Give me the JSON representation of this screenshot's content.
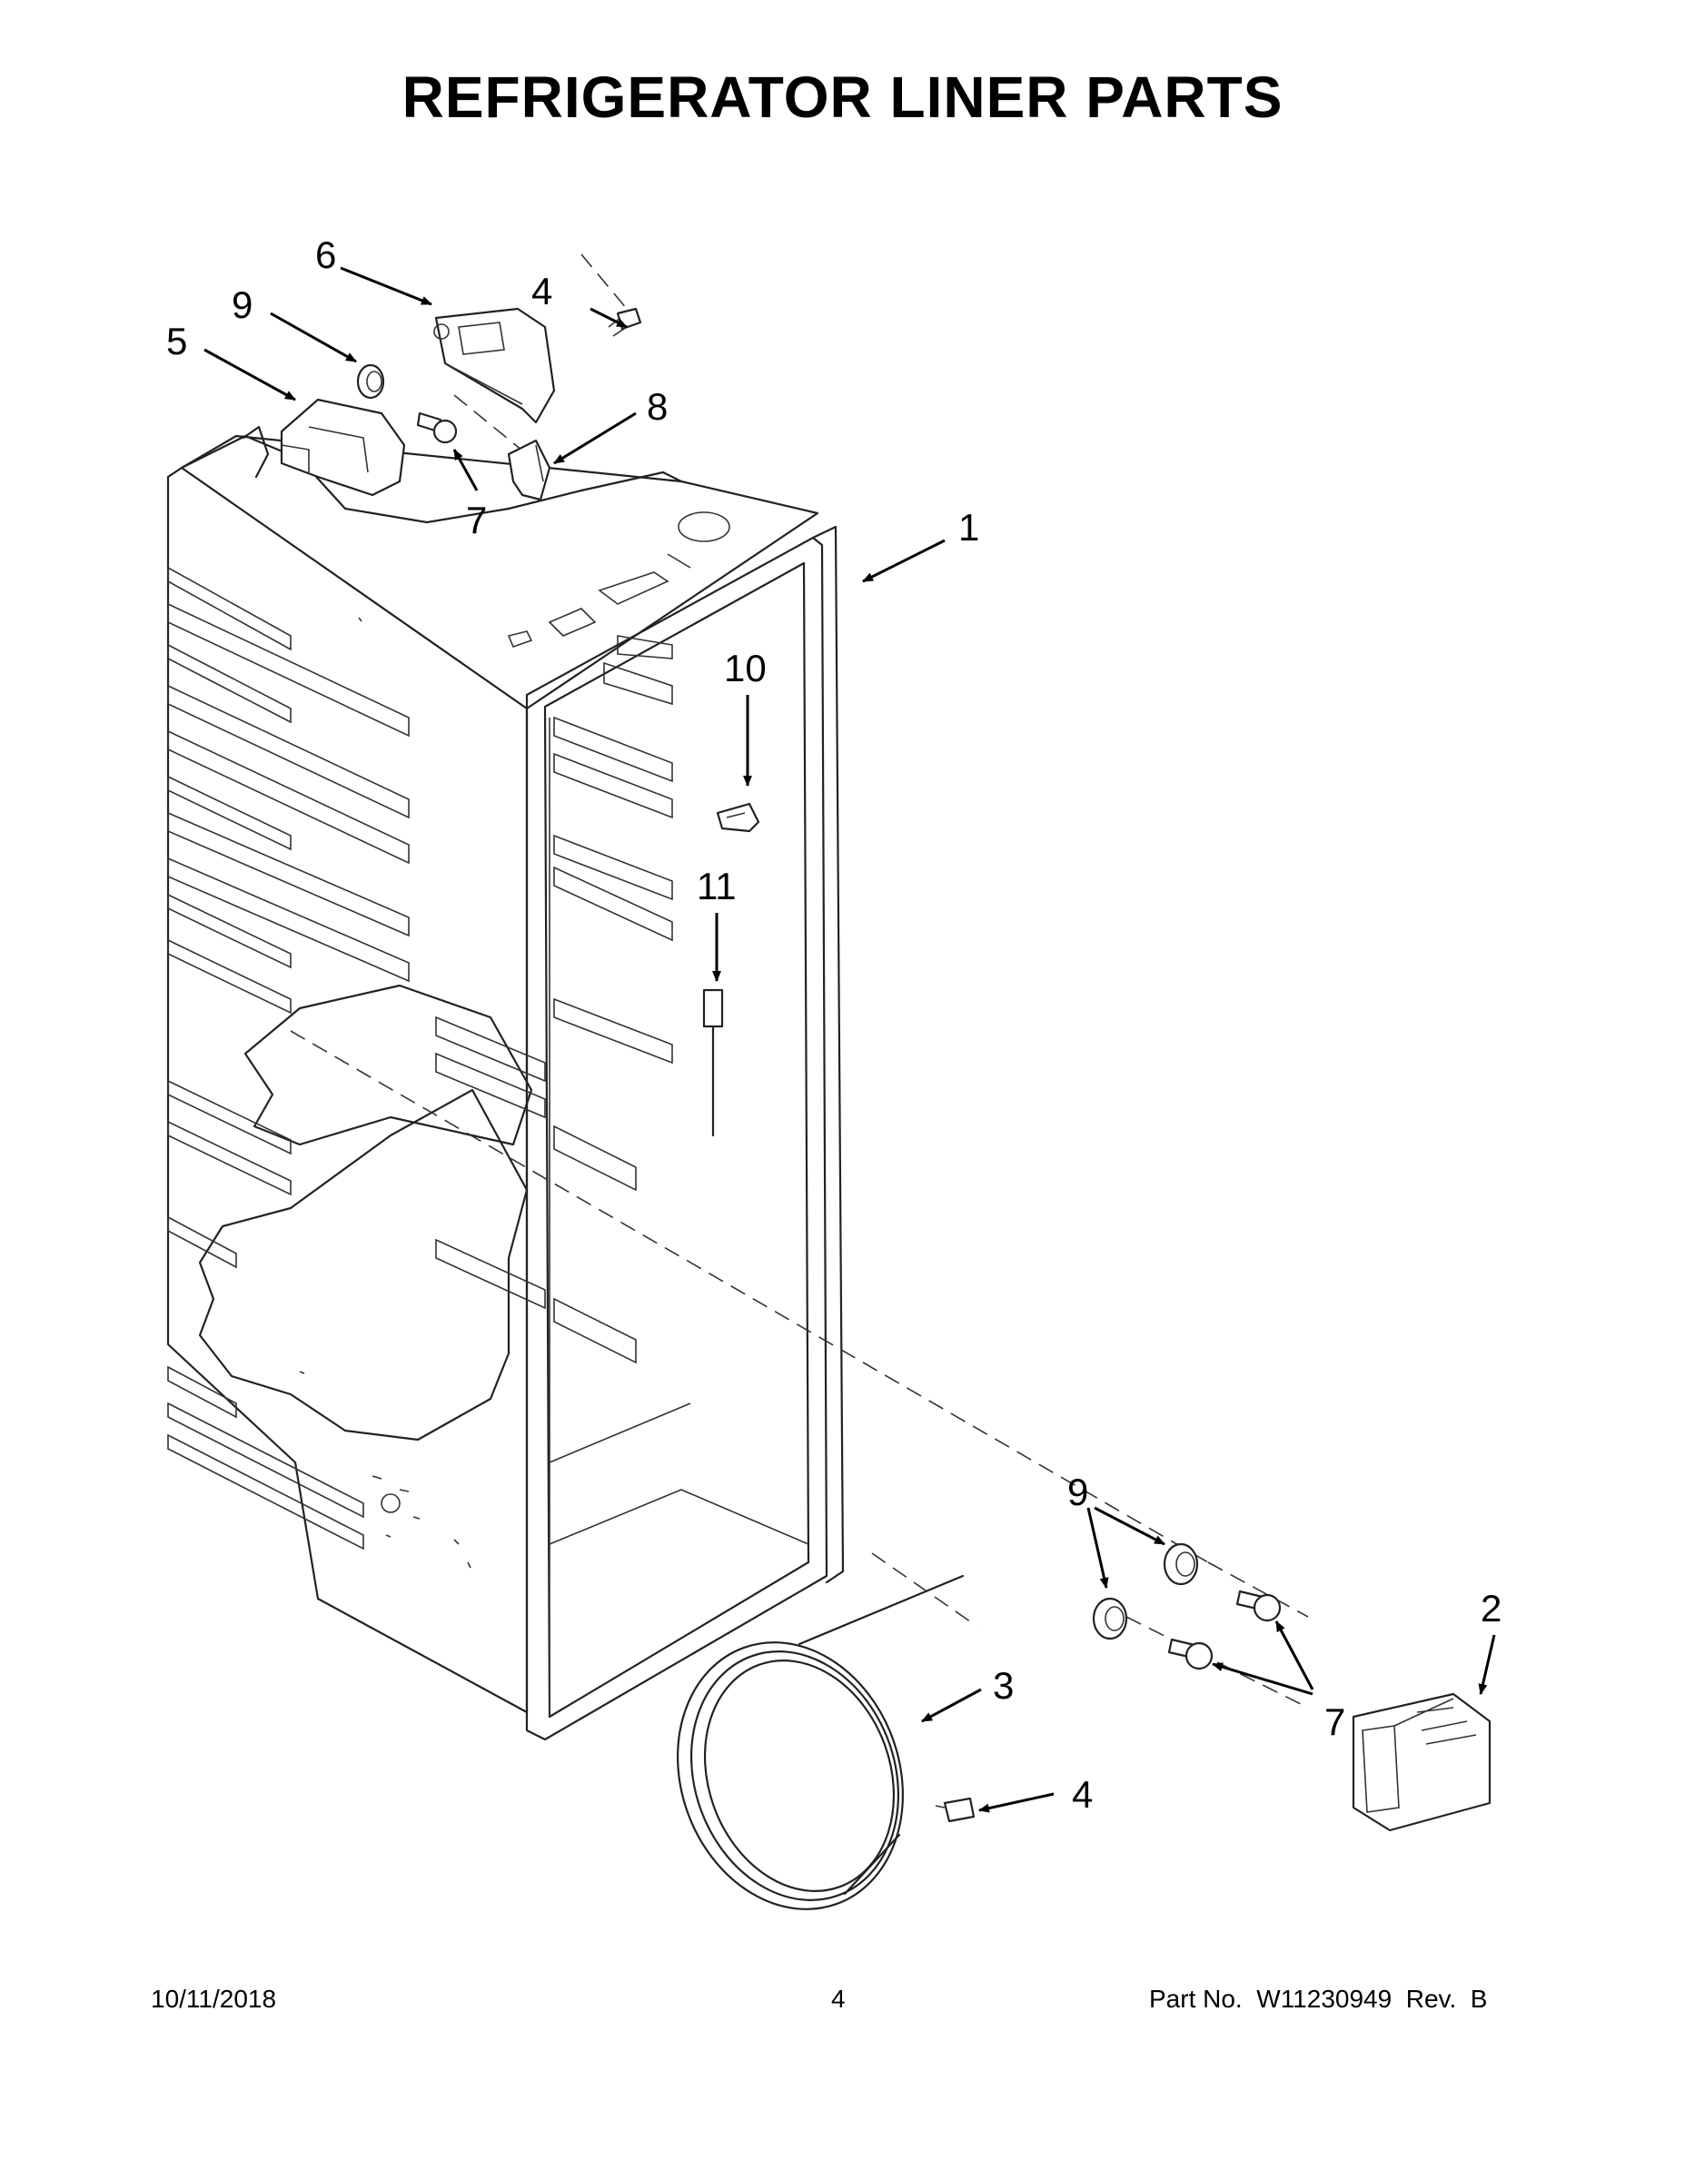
{
  "title": "REFRIGERATOR LINER PARTS",
  "callouts": {
    "c1": "1",
    "c2": "2",
    "c3": "3",
    "c4a": "4",
    "c4b": "4",
    "c5": "5",
    "c6": "6",
    "c7a": "7",
    "c7b": "7",
    "c8": "8",
    "c9a": "9",
    "c9b": "9",
    "c10": "10",
    "c11": "11"
  },
  "footer": {
    "date": "10/11/2018",
    "page": "4",
    "part_no": "Part No.  W11230949  Rev.  B"
  }
}
